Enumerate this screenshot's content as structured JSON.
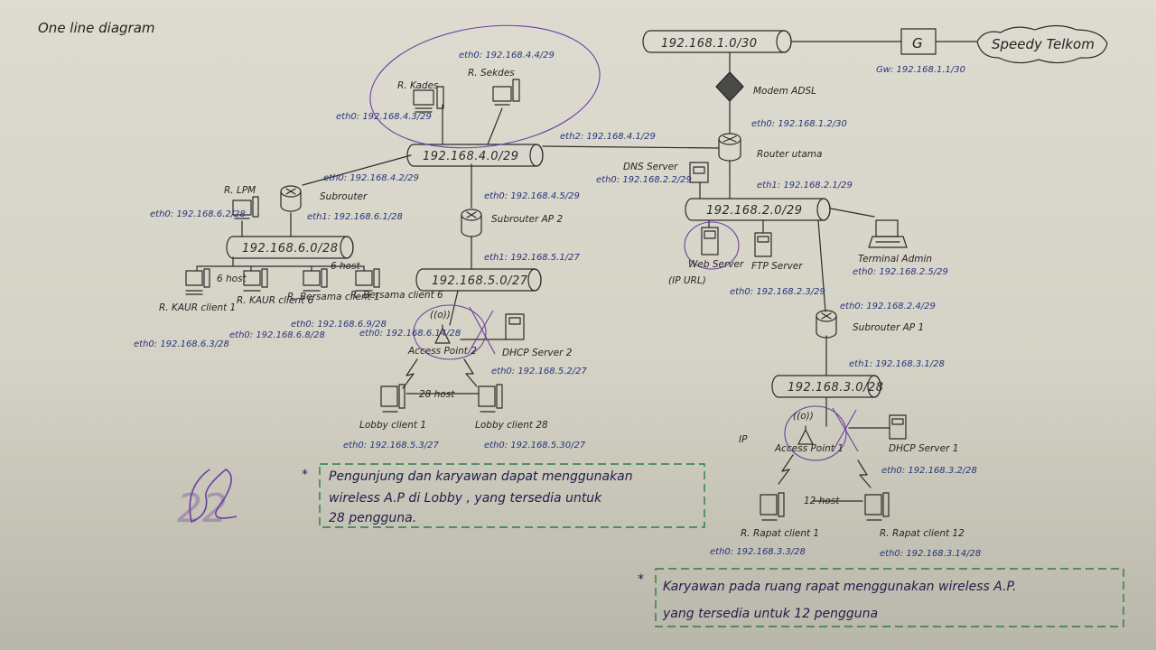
{
  "title": "One line diagram",
  "networks": {
    "n1": "192.168.1.0/30",
    "n4": "192.168.4.0/29",
    "n2": "192.168.2.0/29",
    "n6": "192.168.6.0/28",
    "n5": "192.168.5.0/27",
    "n3": "192.168.3.0/28"
  },
  "gateway": {
    "symbol": "G",
    "ip": "Gw: 192.168.1.1/30"
  },
  "isp": "Speedy Telkom",
  "modem": "Modem ADSL",
  "router_utama": {
    "label": "Router utama",
    "eth0": "eth0: 192.168.1.2/30",
    "eth1": "eth1: 192.168.2.1/29",
    "eth2": "eth2: 192.168.4.1/29"
  },
  "kades": {
    "label": "R. Kades",
    "ip": "eth0: 192.168.4.3/29"
  },
  "sekdes": {
    "label": "R. Sekdes",
    "ip": "eth0: 192.168.4.4/29"
  },
  "subrouter": {
    "label": "Subrouter",
    "eth0": "eth0: 192.168.4.2/29",
    "eth1": "eth1: 192.168.6.1/28"
  },
  "lpm": {
    "label": "R. LPM",
    "ip": "eth0: 192.168.6.2/28"
  },
  "lan6": {
    "count_a": "6 host",
    "count_b": "6 host",
    "kaur1": {
      "label": "R. KAUR client 1",
      "ip": "eth0: 192.168.6.3/28"
    },
    "kaur6": {
      "label": "R. KAUR client 6",
      "ip": "eth0: 192.168.6.8/28"
    },
    "bersama1": {
      "label": "R. Bersama client 1",
      "ip": "eth0: 192.168.6.9/28"
    },
    "bersama6": {
      "label": "R. Bersama client 6",
      "ip": "eth0: 192.168.6.14/28"
    }
  },
  "ap2": {
    "label": "Subrouter AP 2",
    "eth0": "eth0: 192.168.4.5/29",
    "eth1": "eth1: 192.168.5.1/27",
    "access_point": "Access Point 2",
    "wifi": "((o))"
  },
  "dhcp2": {
    "label": "DHCP Server 2",
    "ip": "eth0: 192.168.5.2/27"
  },
  "lobby": {
    "host_count": "28 host",
    "c1": "Lobby client 1",
    "c1_ip": "eth0: 192.168.5.3/27",
    "c28": "Lobby client 28",
    "c28_ip": "eth0: 192.168.5.30/27"
  },
  "dns": {
    "label": "DNS Server",
    "ip": "eth0: 192.168.2.2/29"
  },
  "web": {
    "label": "Web Server",
    "note": "(IP URL)"
  },
  "ftp": {
    "label": "FTP Server",
    "ip": "eth0: 192.168.2.3/29"
  },
  "terminal": {
    "label": "Terminal Admin",
    "ip": "eth0: 192.168.2.5/29"
  },
  "ap1": {
    "label": "Subrouter AP 1",
    "eth0": "eth0: 192.168.2.4/29",
    "eth1": "eth1: 192.168.3.1/28",
    "access_point": "Access Point 1",
    "wifi": "((o))",
    "side_note": "IP"
  },
  "dhcp1": {
    "label": "DHCP Server 1",
    "ip": "eth0: 192.168.3.2/28"
  },
  "rapat": {
    "host_count": "12 host",
    "c1": "R. Rapat client 1",
    "c1_ip": "eth0: 192.168.3.3/28",
    "c12": "R. Rapat client 12",
    "c12_ip": "eth0: 192.168.3.14/28"
  },
  "note1": {
    "star": "*",
    "line1": "Pengunjung dan karyawan dapat menggunakan",
    "line2": "wireless A.P di Lobby , yang tersedia untuk",
    "line3": "28 pengguna."
  },
  "note2": {
    "star": "*",
    "line1": "Karyawan pada ruang rapat menggunakan wireless A.P.",
    "line2": "yang tersedia untuk 12 pengguna"
  },
  "score": "22",
  "colors": {
    "ink": "#2b2b2b",
    "blue_ink": "#27357a",
    "green_ink": "#2d7a4a",
    "purple_ink": "#6b3fa0"
  }
}
